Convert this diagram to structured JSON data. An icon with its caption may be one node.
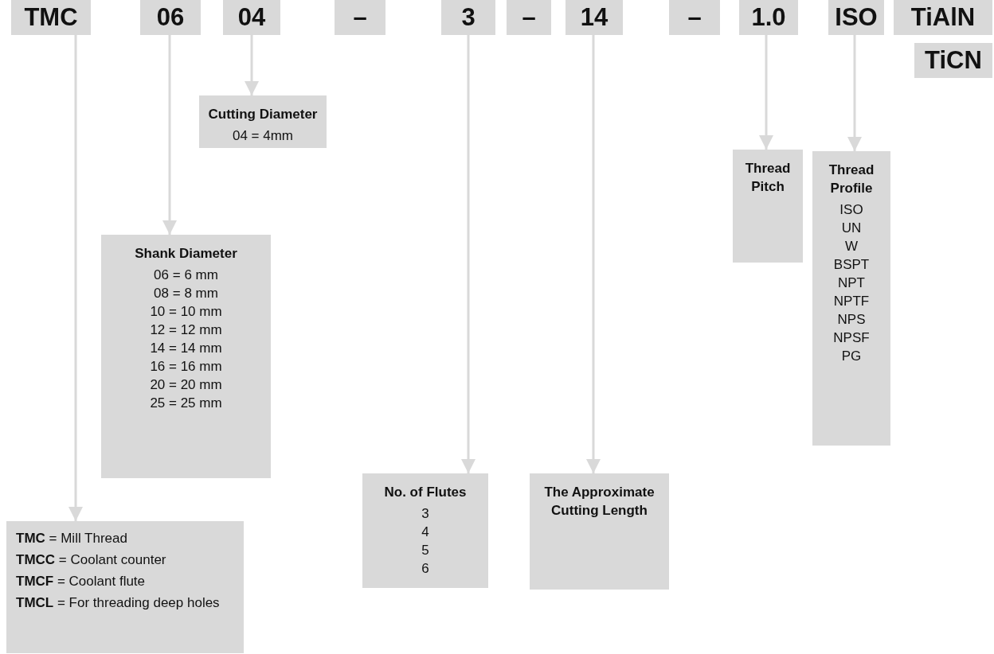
{
  "diagram": {
    "nodes": [
      {
        "text": [
          "TMC"
        ]
      },
      {
        "text": [
          "06"
        ]
      },
      {
        "text": [
          "04"
        ]
      },
      {
        "text": [
          "–"
        ]
      },
      {
        "text": [
          "3"
        ]
      },
      {
        "text": [
          "–"
        ]
      },
      {
        "text": [
          "14"
        ]
      },
      {
        "text": [
          "–"
        ]
      },
      {
        "text": [
          "1.0"
        ]
      },
      {
        "text": [
          "ISO"
        ]
      },
      {
        "text": [
          "TiAlN"
        ]
      },
      {
        "text": [
          "TiCN"
        ]
      },
      {
        "text": [
          "Cutting Diameter",
          "04 = 4mm"
        ]
      },
      {
        "text": [
          "Thread Pitch"
        ]
      },
      {
        "text": [
          "Thread Profile",
          "ISO",
          "UN",
          "W",
          "BSPT",
          "NPT",
          "NPTF",
          "NPS",
          "NPSF",
          "PG"
        ]
      },
      {
        "text": [
          "Shank Diameter",
          "06 = 6 mm",
          "08 = 8 mm",
          "10 = 10 mm",
          "12 = 12 mm",
          "14 = 14 mm",
          "16 = 16 mm",
          "20 = 20 mm",
          "25 = 25 mm"
        ]
      },
      {
        "text": [
          "No. of Flutes",
          "3",
          "4",
          "5",
          "6"
        ]
      },
      {
        "text": [
          "The Approximate Cutting Length"
        ]
      },
      {
        "text": [
          "**TMC** = Mill Thread",
          "**TMCC** = Coolant counter",
          "**TMCF** = Coolant flute",
          "**TMCL** = For threading deep holes"
        ]
      }
    ],
    "edges": [
      {
        "from": 0,
        "to": 18,
        "arrow": "to"
      },
      {
        "from": 1,
        "to": 15,
        "arrow": "to"
      },
      {
        "from": 2,
        "to": 12,
        "arrow": "to"
      },
      {
        "from": 4,
        "to": 16,
        "arrow": "to"
      },
      {
        "from": 6,
        "to": 17,
        "arrow": "to"
      },
      {
        "from": 8,
        "to": 13,
        "arrow": "to"
      },
      {
        "from": 9,
        "to": 14,
        "arrow": "to"
      }
    ]
  }
}
